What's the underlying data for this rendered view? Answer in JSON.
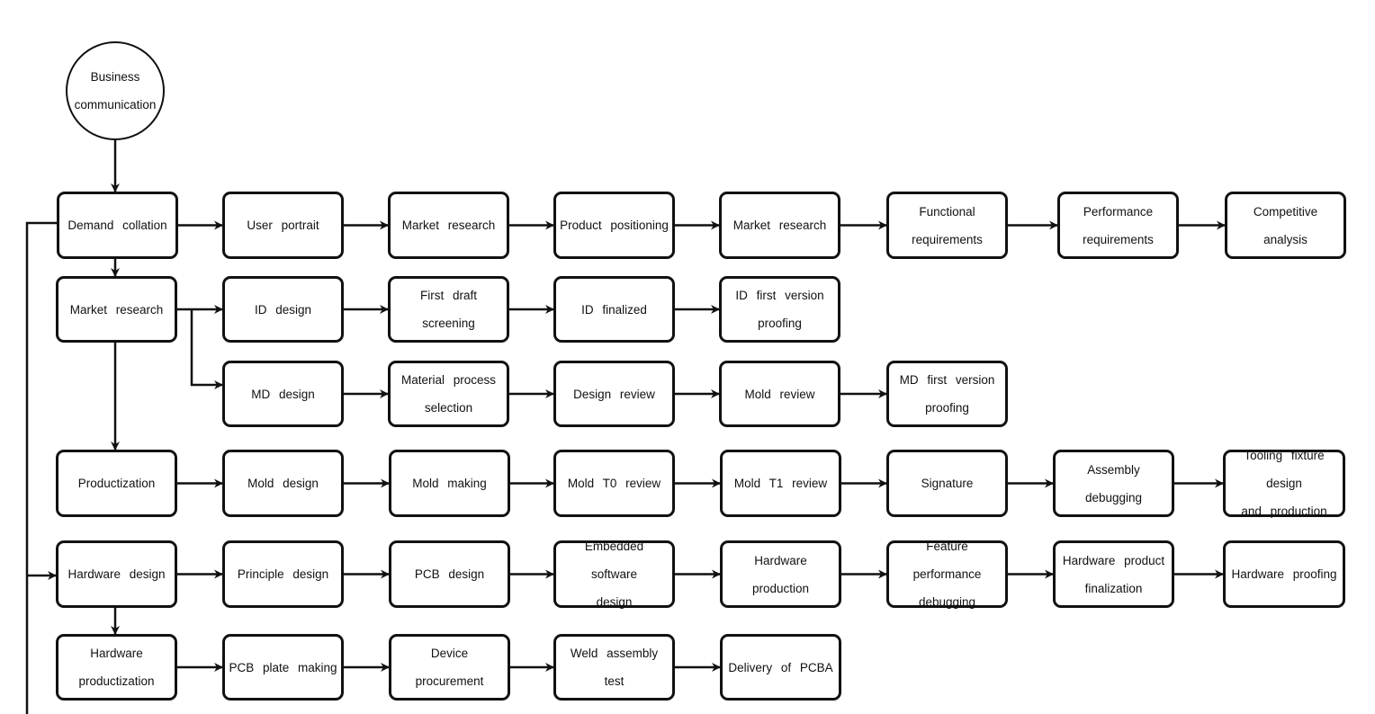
{
  "start": {
    "label": "Business\ncommunication"
  },
  "rows": [
    {
      "name": "demand",
      "nodes": [
        {
          "id": "demand-collation",
          "label": "Demand collation"
        },
        {
          "id": "user-portrait",
          "label": "User portrait"
        },
        {
          "id": "market-research-1",
          "label": "Market research"
        },
        {
          "id": "product-positioning",
          "label": "Product positioning"
        },
        {
          "id": "market-research-2",
          "label": "Market research"
        },
        {
          "id": "functional-requirements",
          "label": "Functional\nrequirements"
        },
        {
          "id": "performance-requirements",
          "label": "Performance\nrequirements"
        },
        {
          "id": "competitive-analysis",
          "label": "Competitive analysis"
        }
      ]
    },
    {
      "name": "id",
      "nodes": [
        {
          "id": "market-research-main",
          "label": "Market research"
        },
        {
          "id": "id-design",
          "label": "ID design"
        },
        {
          "id": "first-draft-screening",
          "label": "First draft screening"
        },
        {
          "id": "id-finalized",
          "label": "ID finalized"
        },
        {
          "id": "id-first-version-proofing",
          "label": "ID first version\nproofing"
        }
      ]
    },
    {
      "name": "md",
      "nodes": [
        {
          "id": "md-design",
          "label": "MD design"
        },
        {
          "id": "material-process-selection",
          "label": "Material process\nselection"
        },
        {
          "id": "design-review",
          "label": "Design review"
        },
        {
          "id": "mold-review",
          "label": "Mold review"
        },
        {
          "id": "md-first-version-proofing",
          "label": "MD first version\nproofing"
        }
      ]
    },
    {
      "name": "productization",
      "nodes": [
        {
          "id": "productization",
          "label": "Productization"
        },
        {
          "id": "mold-design",
          "label": "Mold design"
        },
        {
          "id": "mold-making",
          "label": "Mold making"
        },
        {
          "id": "mold-t0-review",
          "label": "Mold T0 review"
        },
        {
          "id": "mold-t1-review",
          "label": "Mold T1 review"
        },
        {
          "id": "signature",
          "label": "Signature"
        },
        {
          "id": "assembly-debugging",
          "label": "Assembly debugging"
        },
        {
          "id": "tooling-fixture",
          "label": "Tooling fixture design\nand production"
        }
      ]
    },
    {
      "name": "hardware",
      "nodes": [
        {
          "id": "hardware-design",
          "label": "Hardware design"
        },
        {
          "id": "principle-design",
          "label": "Principle design"
        },
        {
          "id": "pcb-design",
          "label": "PCB design"
        },
        {
          "id": "embedded-software-design",
          "label": "Embedded software\ndesign"
        },
        {
          "id": "hardware-production",
          "label": "Hardware production"
        },
        {
          "id": "feature-performance-debugging",
          "label": "Feature performance\ndebugging"
        },
        {
          "id": "hardware-product-finalization",
          "label": "Hardware product\nfinalization"
        },
        {
          "id": "hardware-proofing",
          "label": "Hardware proofing"
        }
      ]
    },
    {
      "name": "hardware-productization",
      "nodes": [
        {
          "id": "hardware-productization",
          "label": "Hardware\nproductization"
        },
        {
          "id": "pcb-plate-making",
          "label": "PCB plate making"
        },
        {
          "id": "device-procurement",
          "label": "Device\nprocurement"
        },
        {
          "id": "weld-assembly-test",
          "label": "Weld assembly\ntest"
        },
        {
          "id": "delivery-of-pcba",
          "label": "Delivery of PCBA"
        }
      ]
    }
  ]
}
